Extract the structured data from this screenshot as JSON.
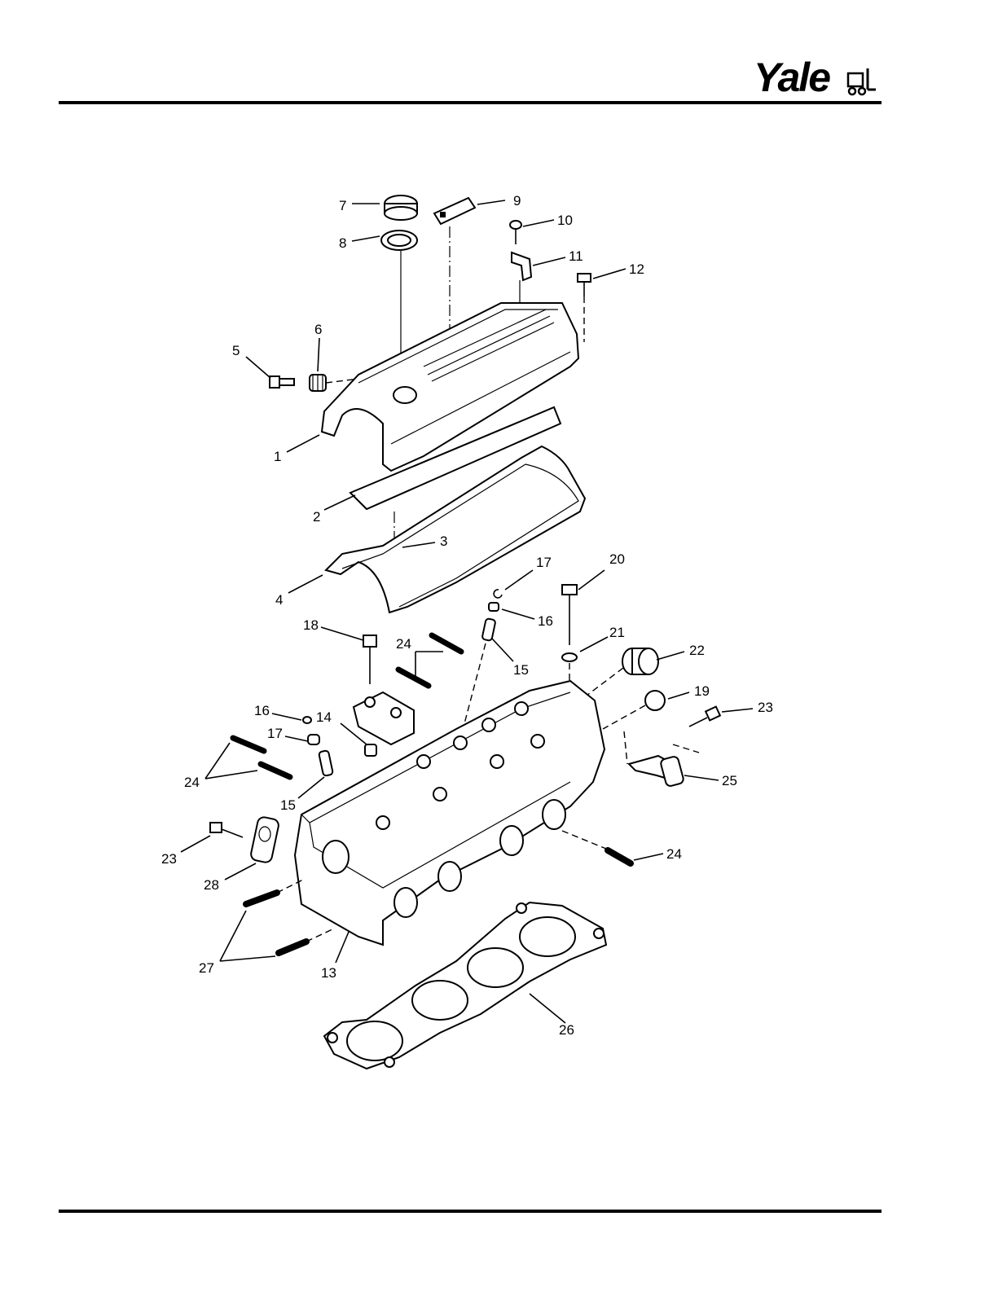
{
  "header": {
    "brand": "Yale"
  },
  "callouts": [
    "1",
    "2",
    "3",
    "4",
    "5",
    "6",
    "7",
    "8",
    "9",
    "10",
    "11",
    "12",
    "13",
    "14",
    "15",
    "16",
    "16",
    "17",
    "17",
    "18",
    "19",
    "20",
    "21",
    "22",
    "23",
    "23",
    "24",
    "24",
    "24",
    "24",
    "25",
    "26",
    "27",
    "28",
    "15"
  ],
  "icons": {
    "logo": "forklift-icon"
  }
}
